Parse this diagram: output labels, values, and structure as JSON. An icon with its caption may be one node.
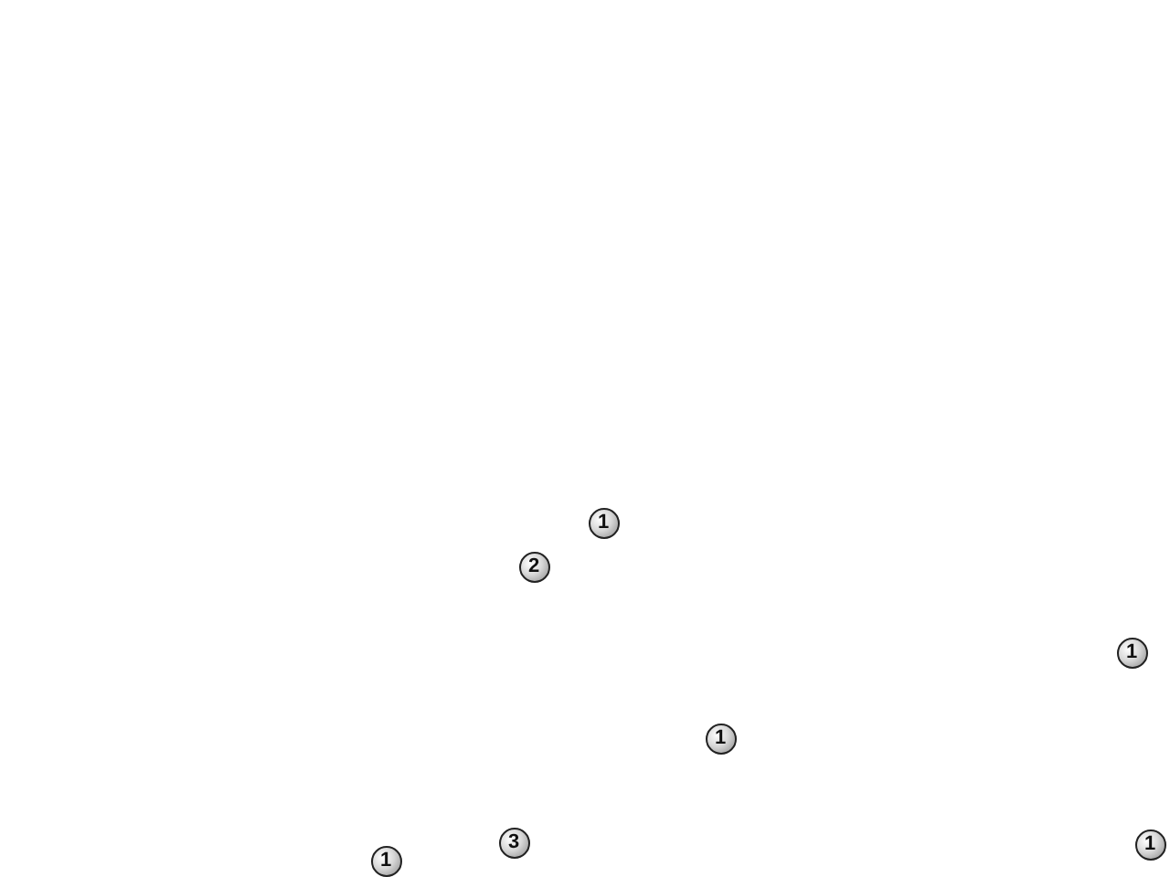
{
  "diagram": {
    "labels": [
      "1",
      "2",
      "1",
      "1",
      "3",
      "1",
      "1"
    ]
  }
}
